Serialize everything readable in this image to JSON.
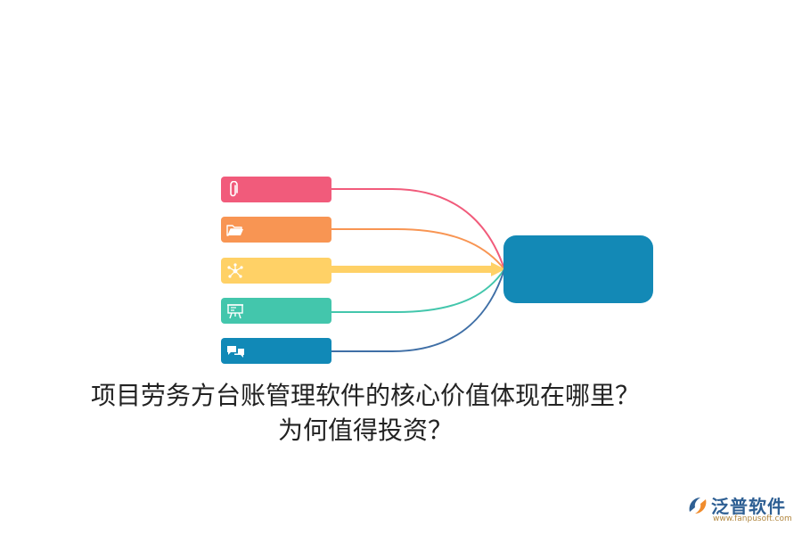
{
  "diagram": {
    "colors": {
      "node_1": "#f15b7b",
      "node_2": "#f89553",
      "node_3": "#ffd166",
      "node_4": "#43c6ac",
      "node_5": "#1189b7",
      "center": "#1389b6",
      "icon": "#ffffff"
    },
    "nodes": [
      {
        "icon": "paperclip-icon"
      },
      {
        "icon": "folder-icon"
      },
      {
        "icon": "network-icon"
      },
      {
        "icon": "presentation-icon"
      },
      {
        "icon": "chat-bubbles-icon"
      }
    ],
    "center": {
      "label": ""
    }
  },
  "caption": {
    "line1": "项目劳务方台账管理软件的核心价值体现在哪里？",
    "line2": "为何值得投资？"
  },
  "watermark": {
    "brand": "泛普软件",
    "url": "www.fanpusoft.com",
    "colors": {
      "brand": "#2e5f93",
      "url": "#b1863e",
      "logo_orange": "#f08c2d"
    }
  }
}
